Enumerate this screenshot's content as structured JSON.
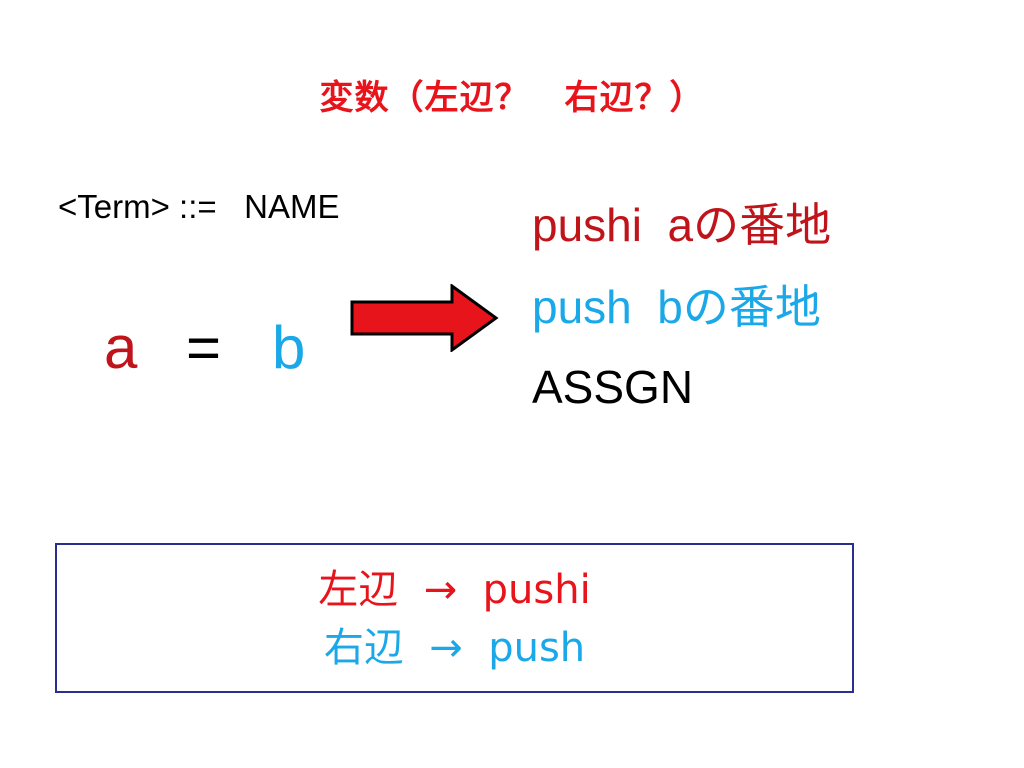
{
  "slide": {
    "title": "変数（左辺？　右辺？）",
    "grammar": "<Term> ::=   NAME",
    "expression": {
      "lhs": "a",
      "op": "=",
      "rhs": "b"
    },
    "arrow_icon": "right-arrow-icon",
    "code": [
      {
        "prefix": "pushi  a",
        "suffix": "の番地"
      },
      {
        "prefix": "push  b",
        "suffix": "の番地"
      },
      {
        "prefix": "ASSGN",
        "suffix": ""
      }
    ],
    "summary": [
      "左辺  →  pushi",
      "右辺  →  push"
    ]
  },
  "colors": {
    "title": "#e8141c",
    "lhs": "#c0141b",
    "rhs": "#1aa8e8",
    "arrow_fill": "#e8141c",
    "box_border": "#2a2f8f"
  }
}
